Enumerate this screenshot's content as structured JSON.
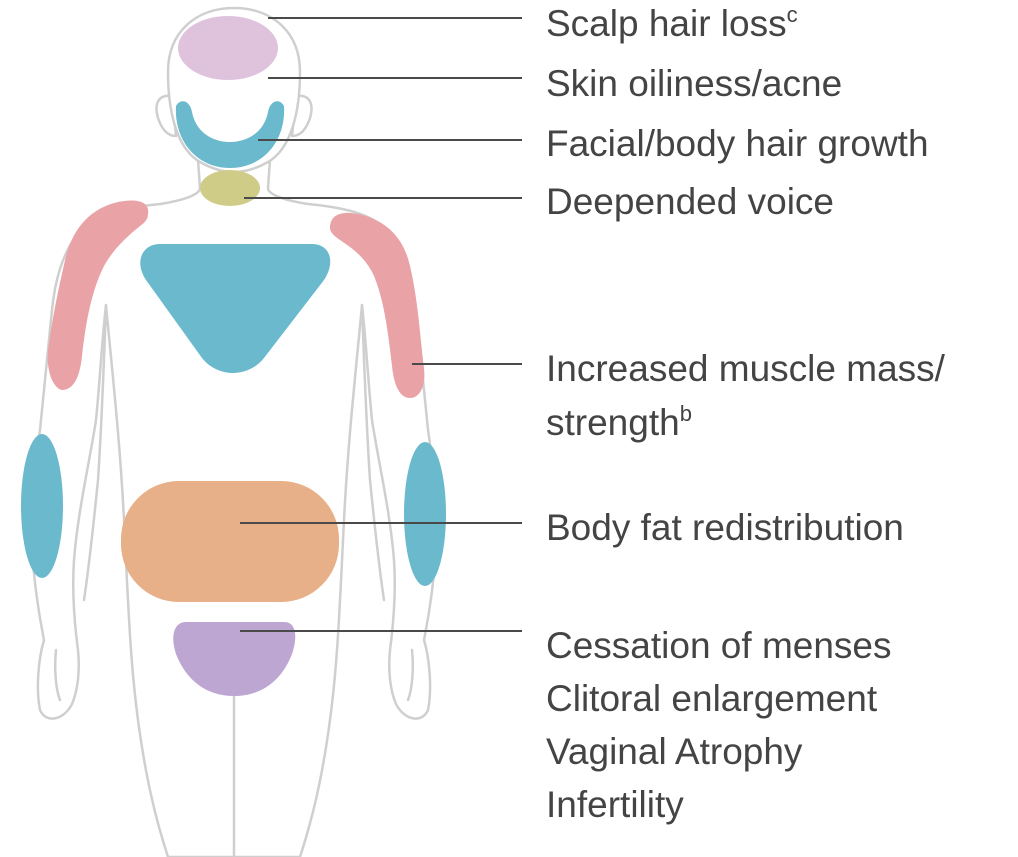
{
  "diagram": {
    "colors": {
      "scalp": "#dfc3dc",
      "beard": "#6ab9cd",
      "larynx": "#cfcc88",
      "shoulder": "#e9a3a6",
      "chest": "#6ab9cd",
      "forearm": "#6ab9cd",
      "abdomen": "#e8b088",
      "pelvis": "#bea6d3",
      "outline": "#cfcfcf",
      "text": "#444444"
    },
    "labels": {
      "scalp_hair_loss": "Scalp hair loss",
      "scalp_hair_loss_sup": "c",
      "skin_oiliness": "Skin oiliness/acne",
      "hair_growth": "Facial/body hair growth",
      "voice": "Deepended voice",
      "muscle_line1": "Increased muscle mass/",
      "muscle_line2": "strength",
      "muscle_sup": "b",
      "fat": "Body fat redistribution",
      "repro": [
        "Cessation of menses",
        "Clitoral enlargement",
        "Vaginal Atrophy",
        "Infertility"
      ]
    }
  }
}
